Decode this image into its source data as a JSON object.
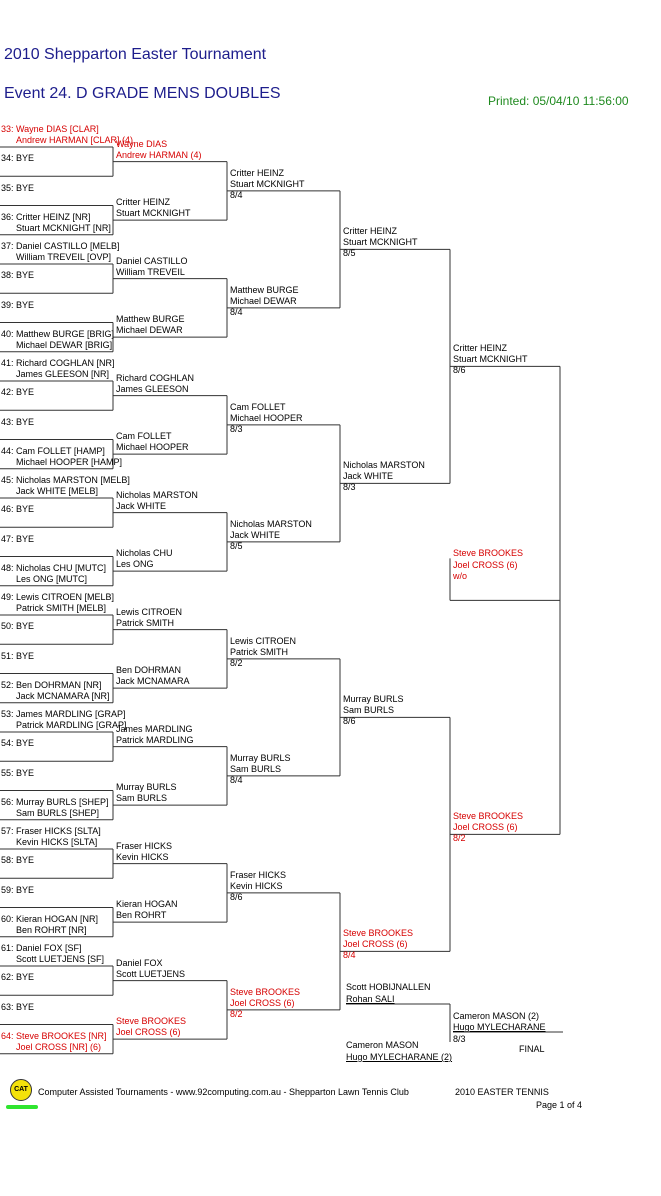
{
  "header": {
    "tournament": "2010 Shepparton Easter Tournament",
    "event": "Event 24. D GRADE MENS DOUBLES",
    "printed": "Printed: 05/04/10 11:56:00"
  },
  "colors": {
    "title": "#1d1d8c",
    "printed": "#1f8a1f",
    "highlight": "#d60000"
  },
  "rounds": {
    "r1": [
      {
        "a": "33: Wayne DIAS [CLAR]",
        "b": "Andrew HARMAN [CLAR] (4)",
        "red": true
      },
      {
        "a": "34: BYE",
        "b": ""
      },
      {
        "a": "35: BYE",
        "b": ""
      },
      {
        "a": "36: Critter HEINZ [NR]",
        "b": "Stuart MCKNIGHT [NR]"
      },
      {
        "a": "37: Daniel CASTILLO [MELB]",
        "b": "William TREVEIL [OVP]"
      },
      {
        "a": "38: BYE",
        "b": ""
      },
      {
        "a": "39: BYE",
        "b": ""
      },
      {
        "a": "40: Matthew BURGE [BRIG]",
        "b": "Michael DEWAR [BRIG]"
      },
      {
        "a": "41: Richard COGHLAN [NR]",
        "b": "James GLEESON [NR]"
      },
      {
        "a": "42: BYE",
        "b": ""
      },
      {
        "a": "43: BYE",
        "b": ""
      },
      {
        "a": "44: Cam FOLLET [HAMP]",
        "b": "Michael HOOPER [HAMP]"
      },
      {
        "a": "45: Nicholas MARSTON [MELB]",
        "b": "Jack WHITE [MELB]"
      },
      {
        "a": "46: BYE",
        "b": ""
      },
      {
        "a": "47: BYE",
        "b": ""
      },
      {
        "a": "48: Nicholas CHU [MUTC]",
        "b": "Les ONG [MUTC]"
      },
      {
        "a": "49: Lewis CITROEN [MELB]",
        "b": "Patrick SMITH [MELB]"
      },
      {
        "a": "50: BYE",
        "b": ""
      },
      {
        "a": "51: BYE",
        "b": ""
      },
      {
        "a": "52: Ben DOHRMAN [NR]",
        "b": "Jack MCNAMARA [NR]"
      },
      {
        "a": "53: James MARDLING [GRAP]",
        "b": "Patrick MARDLING [GRAP]"
      },
      {
        "a": "54: BYE",
        "b": ""
      },
      {
        "a": "55: BYE",
        "b": ""
      },
      {
        "a": "56: Murray BURLS [SHEP]",
        "b": "Sam BURLS [SHEP]"
      },
      {
        "a": "57: Fraser HICKS [SLTA]",
        "b": "Kevin HICKS [SLTA]"
      },
      {
        "a": "58: BYE",
        "b": ""
      },
      {
        "a": "59: BYE",
        "b": ""
      },
      {
        "a": "60: Kieran HOGAN [NR]",
        "b": "Ben ROHRT [NR]"
      },
      {
        "a": "61: Daniel FOX [SF]",
        "b": "Scott LUETJENS [SF]"
      },
      {
        "a": "62: BYE",
        "b": ""
      },
      {
        "a": "63: BYE",
        "b": ""
      },
      {
        "a": "64: Steve BROOKES [NR]",
        "b": "Joel CROSS [NR] (6)",
        "red": true
      }
    ],
    "r2": [
      {
        "a": "Wayne DIAS",
        "b": "Andrew HARMAN (4)",
        "s": "",
        "red": true
      },
      {
        "a": "Critter HEINZ",
        "b": "Stuart MCKNIGHT",
        "s": ""
      },
      {
        "a": "Daniel CASTILLO",
        "b": "William TREVEIL",
        "s": ""
      },
      {
        "a": "Matthew BURGE",
        "b": "Michael DEWAR",
        "s": ""
      },
      {
        "a": "Richard COGHLAN",
        "b": "James GLEESON",
        "s": ""
      },
      {
        "a": "Cam FOLLET",
        "b": "Michael HOOPER",
        "s": ""
      },
      {
        "a": "Nicholas MARSTON",
        "b": "Jack WHITE",
        "s": ""
      },
      {
        "a": "Nicholas CHU",
        "b": "Les ONG",
        "s": ""
      },
      {
        "a": "Lewis CITROEN",
        "b": "Patrick SMITH",
        "s": ""
      },
      {
        "a": "Ben DOHRMAN",
        "b": "Jack MCNAMARA",
        "s": ""
      },
      {
        "a": "James MARDLING",
        "b": "Patrick MARDLING",
        "s": ""
      },
      {
        "a": "Murray BURLS",
        "b": "Sam BURLS",
        "s": ""
      },
      {
        "a": "Fraser HICKS",
        "b": "Kevin HICKS",
        "s": ""
      },
      {
        "a": "Kieran HOGAN",
        "b": "Ben ROHRT",
        "s": ""
      },
      {
        "a": "Daniel FOX",
        "b": "Scott LUETJENS",
        "s": ""
      },
      {
        "a": "Steve BROOKES",
        "b": "Joel CROSS (6)",
        "s": "",
        "red": true
      }
    ],
    "r3": [
      {
        "a": "Critter HEINZ",
        "b": "Stuart MCKNIGHT",
        "s": "8/4"
      },
      {
        "a": "Matthew BURGE",
        "b": "Michael DEWAR",
        "s": "8/4"
      },
      {
        "a": "Cam FOLLET",
        "b": "Michael HOOPER",
        "s": "8/3"
      },
      {
        "a": "Nicholas MARSTON",
        "b": "Jack WHITE",
        "s": "8/5"
      },
      {
        "a": "Lewis CITROEN",
        "b": "Patrick SMITH",
        "s": "8/2"
      },
      {
        "a": "Murray BURLS",
        "b": "Sam BURLS",
        "s": "8/4"
      },
      {
        "a": "Fraser HICKS",
        "b": "Kevin HICKS",
        "s": "8/6"
      },
      {
        "a": "Steve BROOKES",
        "b": "Joel CROSS (6)",
        "s": "8/2",
        "red": true
      }
    ],
    "r4": [
      {
        "a": "Critter HEINZ",
        "b": "Stuart MCKNIGHT",
        "s": "8/5"
      },
      {
        "a": "Nicholas MARSTON",
        "b": "Jack WHITE",
        "s": "8/3"
      },
      {
        "a": "Murray BURLS",
        "b": "Sam BURLS",
        "s": "8/6"
      },
      {
        "a": "Steve BROOKES",
        "b": "Joel CROSS (6)",
        "s": "8/4",
        "red": true
      }
    ],
    "r5": [
      {
        "a": "Critter HEINZ",
        "b": "Stuart MCKNIGHT",
        "s": "8/6"
      },
      {
        "a": "Steve BROOKES",
        "b": "Joel CROSS (6)",
        "s": "8/2",
        "red": true
      }
    ],
    "final_winner": {
      "a": "Steve BROOKES",
      "b": "Joel CROSS (6)",
      "s": "w/o"
    }
  },
  "playoff": {
    "top": {
      "a": "Scott HOBIJNALLEN",
      "b": "Rohan SALI"
    },
    "bottom": {
      "a": "Cameron MASON",
      "b": "Hugo MYLECHARANE (2)"
    },
    "winner": {
      "a": "Cameron MASON (2)",
      "b": "Hugo MYLECHARANE",
      "s": "8/3"
    },
    "label": "FINAL"
  },
  "footer": {
    "logo": "CAT",
    "credit": "Computer Assisted Tournaments - www.92computing.com.au -  Shepparton Lawn Tennis Club",
    "event": "2010 EASTER TENNIS",
    "page": "Page 1 of 4"
  }
}
